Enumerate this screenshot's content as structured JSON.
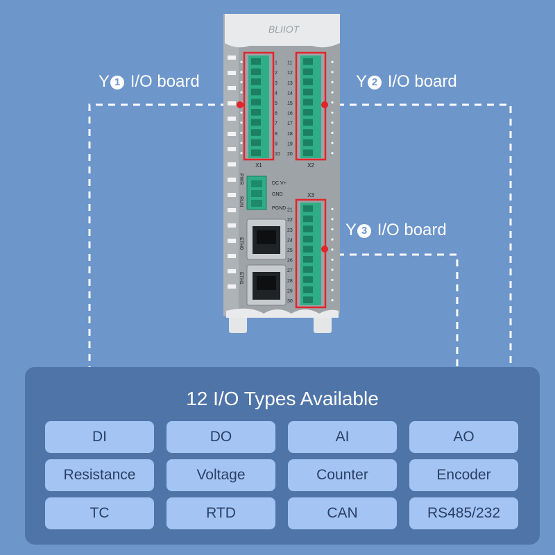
{
  "brand": {
    "logo_text": "BLIIOT"
  },
  "boards": [
    {
      "prefix": "Y",
      "number": "1",
      "suffix": "I/O board"
    },
    {
      "prefix": "Y",
      "number": "2",
      "suffix": "I/O board"
    },
    {
      "prefix": "Y",
      "number": "3",
      "suffix": "I/O board"
    }
  ],
  "device": {
    "terminal_x1_pins": [
      "1",
      "2",
      "3",
      "4",
      "5",
      "6",
      "7",
      "8",
      "9",
      "10"
    ],
    "terminal_x2_pins": [
      "11",
      "12",
      "13",
      "14",
      "15",
      "16",
      "17",
      "18",
      "19",
      "20"
    ],
    "terminal_x3_pins": [
      "21",
      "22",
      "23",
      "24",
      "25",
      "26",
      "27",
      "28",
      "29",
      "30"
    ],
    "terminal_labels": [
      "X1",
      "X2",
      "X3"
    ],
    "power_labels": [
      "DC V+",
      "GND",
      "PGND"
    ],
    "led_labels": [
      "PWR",
      "RUN"
    ],
    "eth_labels": [
      "ETH0",
      "ETH1"
    ]
  },
  "panel": {
    "title": "12 I/O Types Available",
    "types": [
      "DI",
      "DO",
      "AI",
      "AO",
      "Resistance",
      "Voltage",
      "Counter",
      "Encoder",
      "TC",
      "RTD",
      "CAN",
      "RS485/232"
    ]
  },
  "colors": {
    "background": "#6d96cb",
    "panel": "#4f74a8",
    "button": "#a4c5f3",
    "terminal_green": "#2fae86",
    "highlight_red": "#e0262b",
    "device_body": "#9ea3a8"
  }
}
